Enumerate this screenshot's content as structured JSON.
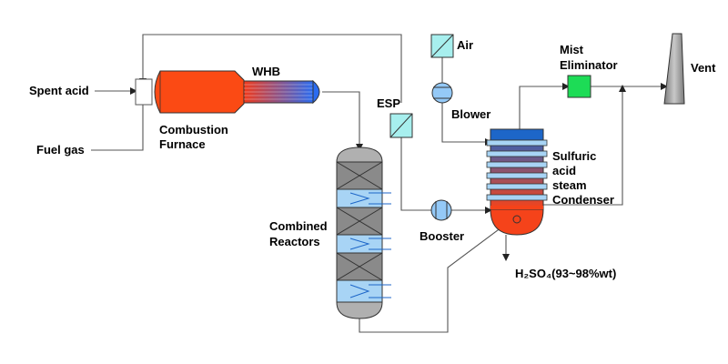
{
  "labels": {
    "spent_acid": "Spent acid",
    "fuel_gas": "Fuel gas",
    "combustion": "Combustion",
    "furnace": "Furnace",
    "whb": "WHB",
    "esp": "ESP",
    "air": "Air",
    "blower": "Blower",
    "mist": "Mist",
    "eliminator": "Eliminator",
    "vent": "Vent",
    "sulfuric": "Sulfuric",
    "acid": "acid",
    "steam": "steam",
    "condenser": "Condenser",
    "combined": "Combined",
    "reactors": "Reactors",
    "booster": "Booster",
    "product": "H₂SO₄(93~98%wt)"
  },
  "colors": {
    "furnace": "#fb4a14",
    "whb_hot": "#f03a1c",
    "whb_cold": "#2b6cf0",
    "filter": "#a7efee",
    "blower": "#94c9f7",
    "mist_eliminator": "#1ddc56",
    "reactor_catalyst": "#8a8a8a",
    "reactor_cooler": "#a8d4f5",
    "condenser_top": "#1d66c8",
    "condenser_bottom": "#f5431a",
    "stack": "#9a9a9a"
  }
}
